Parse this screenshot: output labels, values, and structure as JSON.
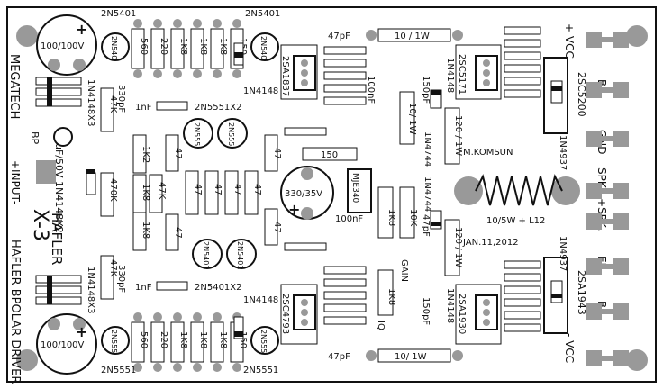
{
  "board": {
    "labels": {
      "vcc_pos": "+ VCC",
      "vcc_neg": "- VCC",
      "gnd": "GND",
      "b_top": "B",
      "b_bot": "B",
      "ee": "EE",
      "spk_neg": "SPK.-",
      "spk_pos": "+SPK.",
      "megatech": "MEGATECH",
      "bp": "BP",
      "input": "+INPUT-",
      "hafler": "HAFLER",
      "x3": "X-3",
      "subtitle": "HAFLER BPOLAR DRIVER",
      "komsun": "M.KOMSUN",
      "date": "JAN.11,2012",
      "coil": "10/5W + L12",
      "gain": "GAIN",
      "iq": "IQ",
      "cap_top": "100/100V",
      "cap_bot": "100/100V",
      "cap_mid": "330/35V",
      "nf100a": "100nF",
      "nf100b": "100nF",
      "pf47_top": "47pF",
      "pf47_bot": "47pF",
      "r10_top": "10 / 1W",
      "r10_bot": "10/ 1W",
      "r150": "150",
      "mje340": "MJE340",
      "sa1837": "2SA1837",
      "sc5171": "2SC5171",
      "sc5200": "2SC5200",
      "sa1943": "2SA1943",
      "sa1930": "2SA1930",
      "sc4793": "2SC4793",
      "n4937a": "1N4937",
      "n4937b": "1N4937",
      "n5401_top_a": "2N5401",
      "n5401_top_b": "2N5401",
      "n5401_r": "2N5401",
      "n5401_r_lbl": "2N540",
      "n5551_bot_a": "2N5551",
      "n5551_bot_b": "2N5551",
      "n5551x2": "2N5551X2",
      "n5401x2": "2N5401X2",
      "n5551_lbl": "2N555",
      "n5401_lbl": "2N5401",
      "n4148_a": "1N4148",
      "n4148_b": "1N4148",
      "n4148x3a": "1N4148X3",
      "n4148x3b": "1N4148X3",
      "n4148x2": "10uF/50V 1N4148X2",
      "nf1a": "1nF",
      "nf1b": "1nF",
      "pf330a": "330pF",
      "pf330b": "330pF",
      "pf150a": "150pF",
      "pf150b": "150pF",
      "pf47_mid": "47pF",
      "n4744a": "1N4744",
      "n4744b": "1N4744",
      "n4148_v1": "1N4148",
      "n4148_v2": "1N4148",
      "r120a": "120 / 1W",
      "r120b": "120 / 1W",
      "r10_1w": "10/ 1W",
      "r1k8_mid": "1K8",
      "r10k": "10K",
      "r1k8_low": "1K8",
      "r470k": "470K",
      "r47k_a": "47K",
      "r47k_b": "47K",
      "r47k_c": "47K",
      "r1k2": "1K2",
      "r1k8_a": "1K8",
      "r1k8_b": "1K8",
      "r47": "47",
      "top_row": [
        "560",
        "220",
        "1K8",
        "1K8",
        "1K8",
        "150"
      ],
      "bot_row": [
        "560",
        "220",
        "1K8",
        "1K8",
        "1K8",
        "150"
      ]
    }
  }
}
